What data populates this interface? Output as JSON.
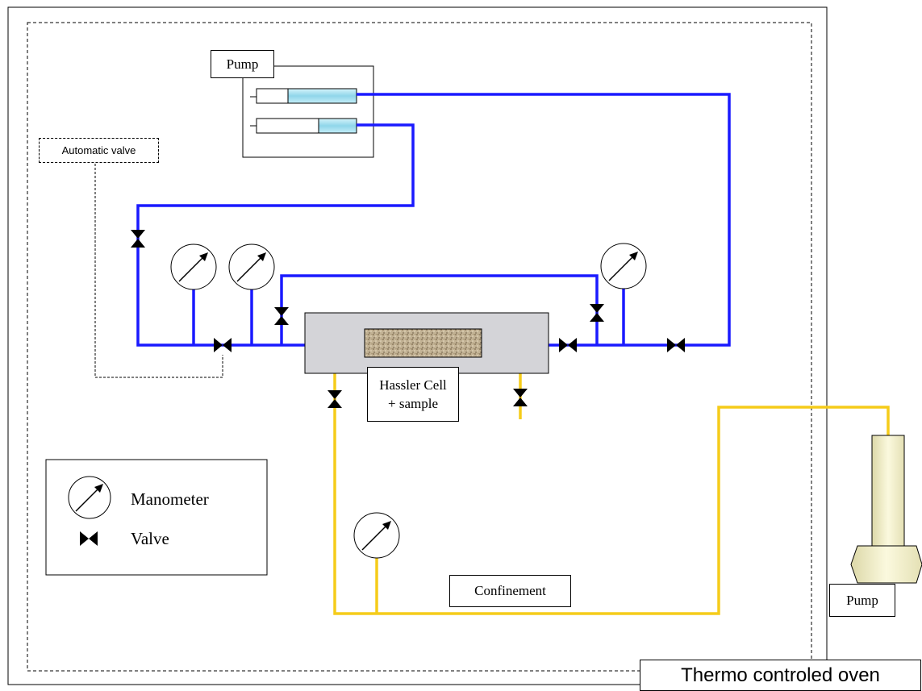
{
  "labels": {
    "pump_top": "Pump",
    "automatic_valve": "Automatic valve",
    "hassler_line1": "Hassler Cell",
    "hassler_line2": "+ sample",
    "confinement": "Confinement",
    "pump_right": "Pump",
    "oven": "Thermo controled oven"
  },
  "legend": {
    "manometer": "Manometer",
    "valve": "Valve"
  },
  "colors": {
    "blue_line": "#1a1aff",
    "yellow_line": "#f5cc1a",
    "cell_fill": "#d4d4d8",
    "sample_fill": "#b8a88c",
    "syringe_fill": "#a8e4f0",
    "pump_body": "#f4f1c8"
  },
  "icons": [
    "manometer-icon",
    "valve-icon",
    "syringe-icon",
    "pump-icon"
  ]
}
